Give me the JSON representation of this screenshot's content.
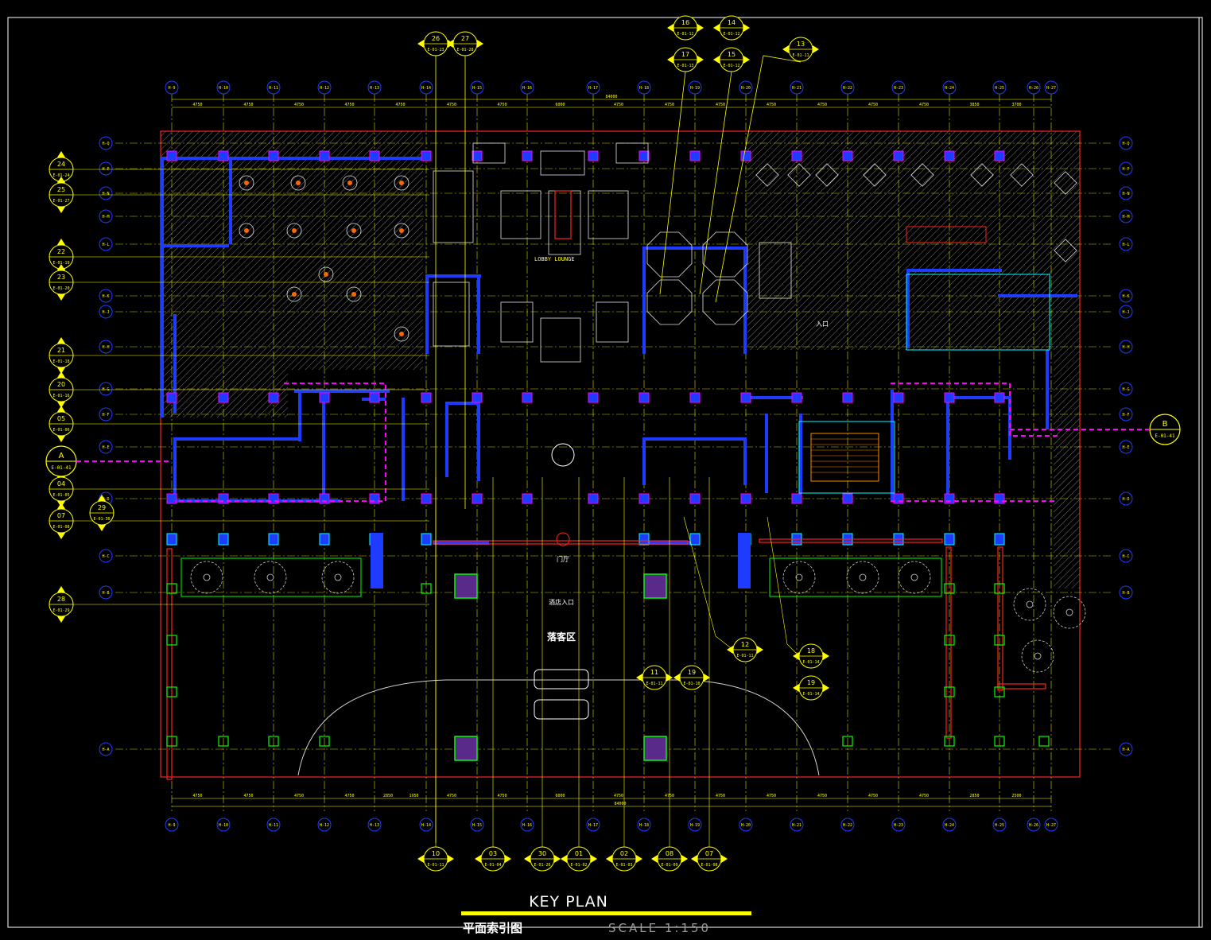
{
  "title_block": {
    "plan_title": "KEY PLAN",
    "chinese_title": "平面索引图",
    "scale_text": "SCALE 1:150"
  },
  "grid_columns": [
    "H-9",
    "H-10",
    "H-11",
    "H-12",
    "H-13",
    "H-14",
    "H-15",
    "H-16",
    "H-17",
    "H-18",
    "H-19",
    "H-20",
    "H-21",
    "H-22",
    "H-23",
    "H-24",
    "H-25",
    "H-26",
    "H-27"
  ],
  "grid_rows_left": [
    "H-Q",
    "H-P",
    "H-N",
    "H-M",
    "H-L",
    "H-K",
    "H-J",
    "H-H",
    "H-G",
    "H-F",
    "H-E",
    "H-D",
    "H-C",
    "H-B",
    "H-A"
  ],
  "dimensions_top": [
    "4750",
    "4750",
    "4750",
    "4750",
    "4750",
    "4750",
    "4750",
    "6000",
    "4750",
    "4750",
    "4750",
    "4750",
    "4750",
    "4750",
    "4750",
    "3850",
    "3700"
  ],
  "dimensions_bottom": [
    "4750",
    "4750",
    "4750",
    "4750",
    "2850",
    "1950",
    "4750",
    "4750",
    "6000",
    "4750",
    "4750",
    "4750",
    "4750",
    "4750",
    "4750",
    "4750",
    "2850",
    "2500"
  ],
  "overall_dimension": "84000",
  "room_labels": {
    "lobby_lounge": "LOBBY LOUNGE",
    "entrance": "门厅",
    "main_entrance": "酒店入口",
    "drop_off": "落客区",
    "entry": "入口"
  },
  "section_markers": {
    "A": "A",
    "B": "B"
  },
  "callouts_top": [
    {
      "num": "26",
      "ref": "E-01-23"
    },
    {
      "num": "27",
      "ref": "E-01-28"
    },
    {
      "num": "16",
      "ref": "E-01-12"
    },
    {
      "num": "17",
      "ref": "E-01-13"
    },
    {
      "num": "14",
      "ref": "E-01-12"
    },
    {
      "num": "15",
      "ref": "E-01-12"
    },
    {
      "num": "13",
      "ref": "E-01-11"
    }
  ],
  "callouts_left": [
    {
      "num": "24",
      "ref": "E-01-24"
    },
    {
      "num": "25",
      "ref": "E-01-27"
    },
    {
      "num": "22",
      "ref": "E-01-19"
    },
    {
      "num": "23",
      "ref": "E-01-20"
    },
    {
      "num": "21",
      "ref": "E-01-18"
    },
    {
      "num": "20",
      "ref": "E-01-16"
    },
    {
      "num": "05",
      "ref": "E-01-06"
    },
    {
      "num": "04",
      "ref": "E-01-05"
    },
    {
      "num": "07",
      "ref": "E-01-08"
    },
    {
      "num": "28",
      "ref": "E-01-29"
    }
  ],
  "callouts_bottom": [
    {
      "num": "10",
      "ref": "E-01-11"
    },
    {
      "num": "03",
      "ref": "E-01-04"
    },
    {
      "num": "30",
      "ref": "E-01-26"
    },
    {
      "num": "01",
      "ref": "E-01-02"
    },
    {
      "num": "02",
      "ref": "E-01-03"
    },
    {
      "num": "08",
      "ref": "E-01-09"
    },
    {
      "num": "07",
      "ref": "E-01-08"
    }
  ],
  "callouts_mid": [
    {
      "num": "12",
      "ref": "E-01-11"
    },
    {
      "num": "11",
      "ref": "E-01-11"
    },
    {
      "num": "19",
      "ref": "E-01-10"
    },
    {
      "num": "18",
      "ref": "E-01-14"
    },
    {
      "num": "19",
      "ref": "E-01-14"
    },
    {
      "num": "29",
      "ref": "E-01-30"
    }
  ],
  "section_refs": {
    "A_ref": "E-01-41",
    "B_ref": "E-01-41"
  },
  "colors": {
    "background": "#000000",
    "grid_line": "#ffff00",
    "wall_blue": "#1e3cff",
    "magenta_line": "#ff00ff",
    "red_outline": "#ff2020",
    "cyan": "#00ffff",
    "green": "#00ff00",
    "hatch": "#7a7a7a",
    "callout_yellow": "#ffff00"
  }
}
